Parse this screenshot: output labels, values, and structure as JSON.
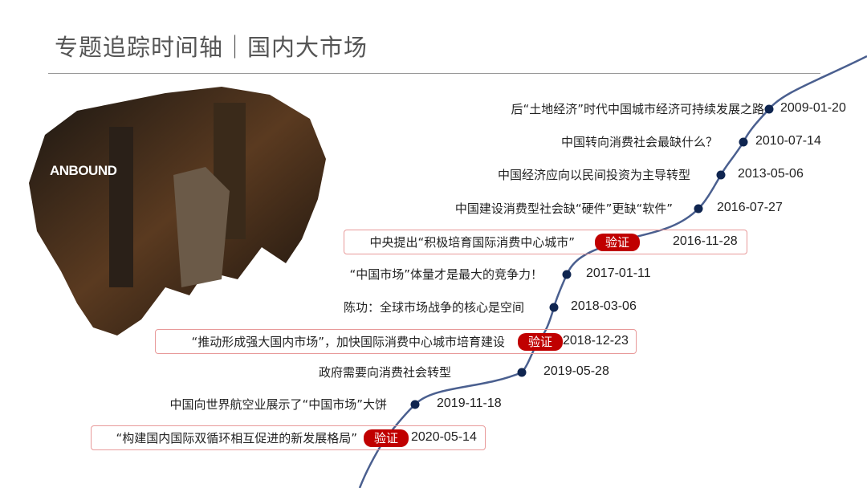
{
  "title": "专题追踪时间轴｜国内大市场",
  "logo": "ANBOUND",
  "badge_label": "验证",
  "colors": {
    "curve": "#4a5f8f",
    "dot": "#0f2550",
    "badge": "#c00000",
    "box_border": "#e89a9a"
  },
  "events": [
    {
      "text": "后“土地经济”时代中国城市经济可持续发展之路",
      "date": "2009-01-20"
    },
    {
      "text": "中国转向消费社会最缺什么？",
      "date": "2010-07-14"
    },
    {
      "text": "中国经济应向以民间投资为主导转型",
      "date": "2013-05-06"
    },
    {
      "text": "中国建设消费型社会缺“硬件”更缺“软件”",
      "date": "2016-07-27"
    },
    {
      "text": "中央提出“积极培育国际消费中心城市”",
      "date": "2016-11-28",
      "verified": true
    },
    {
      "text": "“中国市场”体量才是最大的竞争力！",
      "date": "2017-01-11"
    },
    {
      "text": "陈功：全球市场战争的核心是空间",
      "date": "2018-03-06"
    },
    {
      "text": "“推动形成强大国内市场”，加快国际消费中心城市培育建设",
      "date": "2018-12-23",
      "verified": true
    },
    {
      "text": "政府需要向消费社会转型",
      "date": "2019-05-28"
    },
    {
      "text": "中国向世界航空业展示了“中国市场”大饼",
      "date": "2019-11-18"
    },
    {
      "text": "“构建国内国际双循环相互促进的新发展格局”",
      "date": "2020-05-14",
      "verified": true
    }
  ]
}
